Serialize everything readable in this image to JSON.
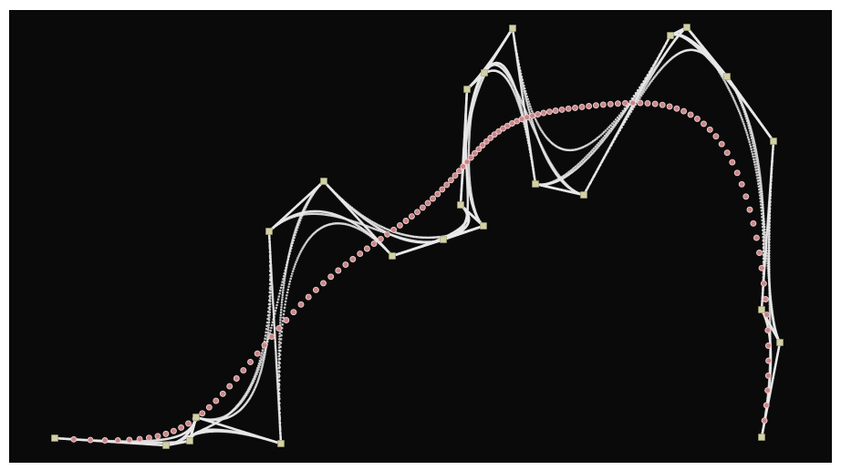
{
  "canvas": {
    "background": "#0a0a0a",
    "page_background": "#ffffff"
  },
  "colors": {
    "control_point_fill": "#d2d1a6",
    "control_point_stroke": "#9e9d78",
    "construction_line": "#cfcfcf",
    "intermediate_point": "#e8e8e8",
    "curve_point_fill": "#c8878a",
    "curve_point_stroke": "#f3d0cf"
  },
  "diagram": {
    "type": "bezier-construction",
    "curve_sample_count": 120,
    "intermediate_levels_shown": 3,
    "fan_sample_count": 22
  }
}
